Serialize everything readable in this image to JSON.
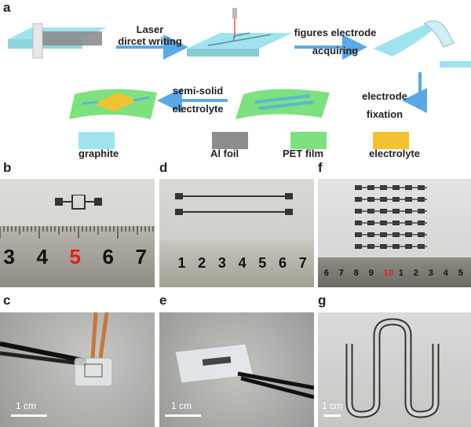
{
  "panel_labels": {
    "a": "a",
    "b": "b",
    "c": "c",
    "d": "d",
    "e": "e",
    "f": "f",
    "g": "g"
  },
  "steps": {
    "s1_line1": "Laser",
    "s1_line2": "dircet writing",
    "s2_line1": "figures electrode",
    "s2_line2": "acquiring",
    "s3_line1": "electrode",
    "s3_line2": "fixation",
    "s4_line1": "semi-solid",
    "s4_line2": "electrolyte"
  },
  "legend": [
    {
      "label": "graphite",
      "color": "#9fe3ee"
    },
    {
      "label": "Al foil",
      "color": "#8d8d8d"
    },
    {
      "label": "PET film",
      "color": "#7fe07f"
    },
    {
      "label": "electrolyte",
      "color": "#f2c230"
    }
  ],
  "rulers": {
    "b": [
      "3",
      "4",
      "5",
      "6",
      "7"
    ],
    "d": [
      "1",
      "2",
      "3",
      "4",
      "5",
      "6",
      "7"
    ],
    "f": [
      "6",
      "7",
      "8",
      "9",
      "10",
      "1",
      "2",
      "3",
      "4",
      "5"
    ]
  },
  "scale_bars": {
    "c": "1 cm",
    "e": "1 cm",
    "g": "1 cm"
  },
  "colors": {
    "accent_arrow": "#5aa9e6",
    "ruler_red": "#e02020"
  }
}
